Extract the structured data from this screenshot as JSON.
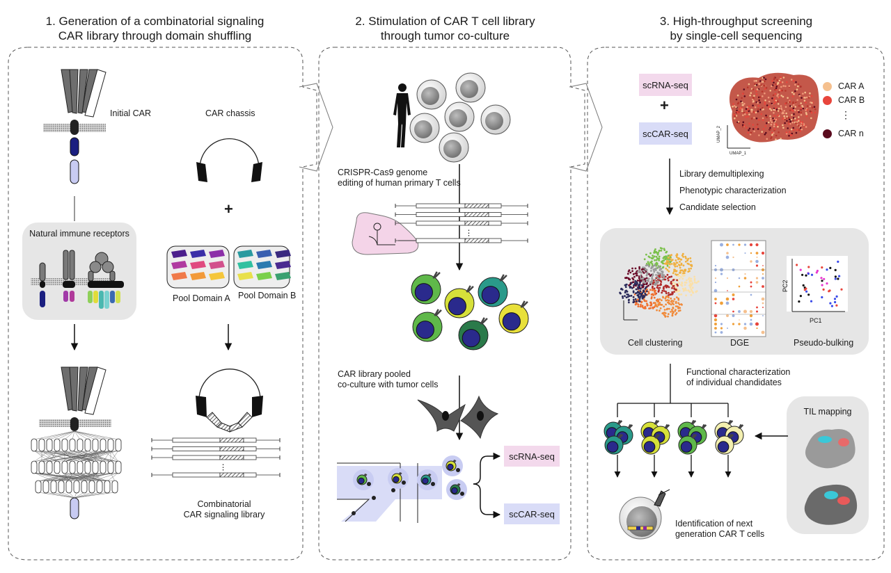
{
  "panel1": {
    "title_line1": "1. Generation of a combinatorial signaling",
    "title_line2": "CAR library through domain shuffling",
    "initial_car": "Initial CAR",
    "car_chassis": "CAR chassis",
    "plus": "+",
    "natural_immune_receptors": "Natural immune receptors",
    "pool_domain_a": "Pool Domain A",
    "pool_domain_b": "Pool Domain B",
    "combinatorial_line1": "Combinatorial",
    "combinatorial_line2": "CAR signaling library"
  },
  "panel2": {
    "title_line1": "2. Stimulation of CAR T cell library",
    "title_line2": "through tumor co-culture",
    "crispr_line1": "CRISPR-Cas9 genome",
    "crispr_line2": "editing of human primary T cells",
    "coculture_line1": "CAR library pooled",
    "coculture_line2": "co-culture with tumor cells",
    "scrna": "scRNA-seq",
    "sccar": "scCAR-seq"
  },
  "panel3": {
    "title_line1": "3. High-throughput screening",
    "title_line2": "by single-cell sequencing",
    "scrna": "scRNA-seq",
    "plus": "+",
    "sccar": "scCAR-seq",
    "umap_x": "UMAP_1",
    "umap_y": "UMAP_2",
    "legend": [
      {
        "label": "CAR A",
        "color": "#f5c08e"
      },
      {
        "label": "CAR B",
        "color": "#e8453c"
      },
      {
        "label": "CAR n",
        "color": "#5a0b1e"
      }
    ],
    "legend_ellipsis": "⋮",
    "steps": [
      "Library demultiplexing",
      "Phenotypic characterization",
      "Candidate selection"
    ],
    "cell_clustering": "Cell clustering",
    "dge": "DGE",
    "pseudo_bulking": "Pseudo-bulking",
    "pc1": "PC1",
    "pc2": "PC2",
    "functional_line1": "Functional characterization",
    "functional_line2": "of individual chandidates",
    "til_mapping": "TIL mapping",
    "identification_line1": "Identification of next",
    "identification_line2": "generation CAR T cells"
  },
  "colors": {
    "scrna_bg": "#f3d9ec",
    "sccar_bg": "#d9dcf7",
    "pool_a": [
      "#4b1e8c",
      "#3b2fa8",
      "#8c2fa8",
      "#b03aa0",
      "#e04a80",
      "#d2508c",
      "#f07a4a",
      "#f29a3a",
      "#f5c63a"
    ],
    "pool_b": [
      "#2a9aa0",
      "#3a5fb0",
      "#3a2a80",
      "#30c0a0",
      "#2a7ab0",
      "#4a2a90",
      "#e8e04a",
      "#7ad04a",
      "#3aa070"
    ]
  }
}
